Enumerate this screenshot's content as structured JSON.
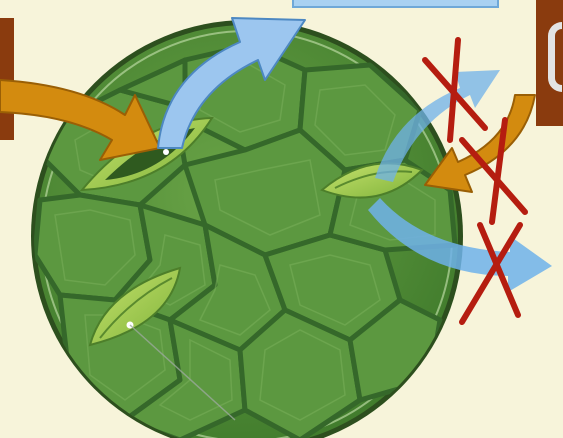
{
  "diagram": {
    "colors": {
      "background": "#f7f4da",
      "leaf_tissue": "#4f8a35",
      "cell_walls": "#3b6e28",
      "guard_cells": "#9cc94a",
      "stoma_pore": "#2f5a1f",
      "outline": "#2d4f1e",
      "inflow_arrow": "#d38b0f",
      "outflow_arrow": "#7cb8ea",
      "blocked_marks": "#b51d10",
      "side_tabs": "#8a3b0e"
    },
    "elements": {
      "leaf": "leaf-surface-disc",
      "stomata": [
        "stoma-open",
        "stoma-closed-right",
        "stoma-bottom"
      ],
      "arrows": [
        "co2-in-arrow-left",
        "o2-out-arrow-top",
        "co2-in-arrow-right",
        "gas-out-arrow-right-top",
        "gas-out-arrow-right-bottom"
      ],
      "blocked": [
        "cross-mark-top",
        "cross-mark-middle",
        "cross-mark-bottom"
      ]
    }
  }
}
